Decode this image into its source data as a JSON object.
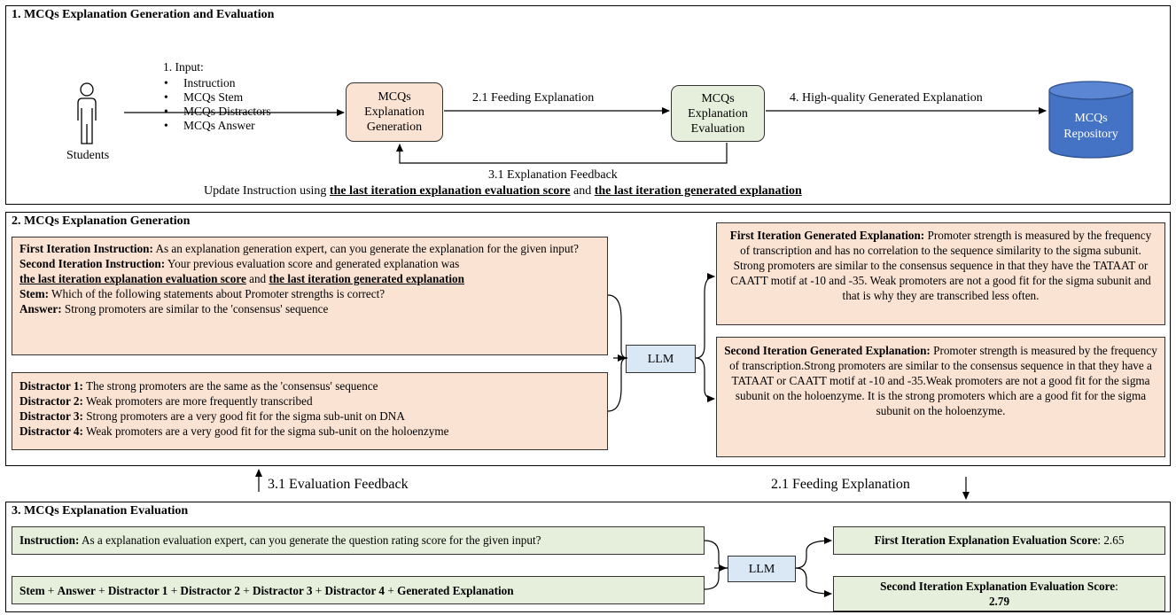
{
  "section1": {
    "title": "1. MCQs Explanation Generation and Evaluation",
    "student_label": "Students",
    "input_title": "1. Input:",
    "inputs": [
      "Instruction",
      "MCQs Stem",
      "MCQs Distractors",
      "MCQs Answer"
    ],
    "gen_box": "MCQs Explanation Generation",
    "eval_box": "MCQs Explanation Evaluation",
    "repo": "MCQs Repository",
    "feeding_label": "2.1 Feeding Explanation",
    "hq_label": "4. High-quality Generated Explanation",
    "feedback_label": "3.1 Explanation Feedback",
    "update_prefix": "Update Instruction using ",
    "update_score": "the last iteration explanation evaluation score",
    "update_and": " and ",
    "update_expl": "the last iteration generated explanation"
  },
  "section2": {
    "title": "2. MCQs Explanation Generation",
    "first_instr_label": "First Iteration Instruction:",
    "first_instr_text": " As an explanation generation expert, can you generate the explanation for the given input?",
    "second_instr_label": "Second Iteration Instruction:",
    "second_instr_text": " Your previous evaluation score and generated explanation was",
    "second_instr_score": "the last iteration explanation evaluation score",
    "second_instr_and": " and ",
    "second_instr_expl": "the last iteration generated explanation",
    "stem_label": "Stem:",
    "stem_text": " Which of the following statements about Promoter strengths is correct?",
    "answer_label": "Answer:",
    "answer_text": " Strong promoters are similar to the 'consensus' sequence",
    "distractors": [
      {
        "label": "Distractor 1:",
        "text": " The strong promoters are the same as the 'consensus' sequence"
      },
      {
        "label": "Distractor 2:",
        "text": " Weak promoters are more frequently transcribed"
      },
      {
        "label": "Distractor 3:",
        "text": " Strong promoters are a very good fit for the sigma sub-unit on DNA"
      },
      {
        "label": "Distractor 4:",
        "text": " Weak promoters are a very good fit for the sigma sub-unit on the holoenzyme"
      }
    ],
    "llm": "LLM",
    "first_expl_label": "First Iteration Generated Explanation:",
    "first_expl_text": " Promoter strength is measured by the frequency of transcription and has no correlation to the sequence similarity to the sigma subunit. Strong promoters are similar to the consensus sequence in that they have the TATAAT or CAATT motif at -10 and -35. Weak promoters are not a good fit for the sigma subunit and that is why they are transcribed less often.",
    "second_expl_label": "Second Iteration Generated Explanation:",
    "second_expl_text": " Promoter strength is measured by the frequency of transcription.Strong promoters are similar to the consensus sequence in that they have a TATAAT or CAATT motif at -10 and -35.Weak promoters are not a good fit for the sigma subunit on the holoenzyme. It is the strong promoters which are a good fit for the sigma subunit on the holoenzyme."
  },
  "between": {
    "eval_feedback": "3.1 Evaluation Feedback",
    "feeding": "2.1 Feeding Explanation"
  },
  "section3": {
    "title": "3. MCQs Explanation Evaluation",
    "instr_label": "Instruction:",
    "instr_text": " As a explanation evaluation expert, can you generate the question rating score for the given input?",
    "inputs_line": [
      {
        "t": "Stem",
        "b": true
      },
      {
        "t": " + ",
        "b": false
      },
      {
        "t": "Answer",
        "b": true
      },
      {
        "t": " + ",
        "b": false
      },
      {
        "t": "Distractor 1",
        "b": true
      },
      {
        "t": " + ",
        "b": false
      },
      {
        "t": "Distractor 2",
        "b": true
      },
      {
        "t": " + ",
        "b": false
      },
      {
        "t": "Distractor 3",
        "b": true
      },
      {
        "t": " + ",
        "b": false
      },
      {
        "t": "Distractor 4",
        "b": true
      },
      {
        "t": " + ",
        "b": false
      },
      {
        "t": "Generated Explanation",
        "b": true
      }
    ],
    "llm": "LLM",
    "first_score_label": "First Iteration Explanation Evaluation Score",
    "first_score_value": ": 2.65",
    "second_score_label": "Second Iteration Explanation Evaluation Score",
    "second_score_colon": ":",
    "second_score_value": "2.79"
  }
}
